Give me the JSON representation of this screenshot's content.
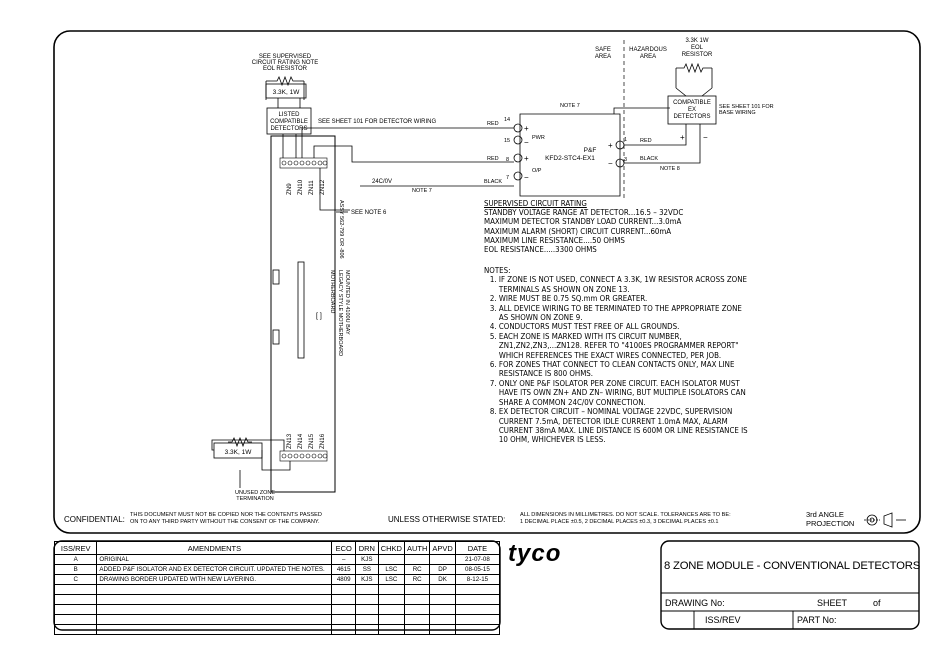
{
  "labels": {
    "see_supervised": [
      "SEE SUPERVISED",
      "CIRCUIT RATING NOTE",
      "EOL RESISTOR"
    ],
    "res_left_top": "3.3K, 1W",
    "listed_detectors": [
      "LISTED",
      "COMPATIBLE",
      "DETECTORS"
    ],
    "see_sheet_detector": "SEE SHEET 101 FOR DETECTOR WIRING",
    "red1": "RED",
    "red2": "RED",
    "red3": "RED",
    "black1": "BLACK",
    "black2": "BLACK",
    "note7_top": "NOTE 7",
    "note7_bottom": "NOTE 7",
    "note8": "NOTE 8",
    "supply": "24C/0V",
    "see_note6": "SEE NOTE 6",
    "pwr": "PWR",
    "op": "O/P",
    "pf_name": [
      "P&F",
      "KFD2-STC4-EX1"
    ],
    "terms": [
      "14",
      "15",
      "8",
      "7",
      "1",
      "3"
    ],
    "safe_area": [
      "SAFE",
      "AREA"
    ],
    "hazardous_area": [
      "HAZARDOUS",
      "AREA"
    ],
    "eol_resistor_right": [
      "3.3K 1W",
      "EOL",
      "RESISTOR"
    ],
    "ex_detectors": [
      "COMPATIBLE",
      "EX",
      "DETECTORS"
    ],
    "see_sheet_base": [
      "SEE SHEET 101 FOR",
      "BASE WIRING"
    ],
    "zones_top": [
      "ZN9",
      "ZN10",
      "ZN11",
      "ZN12"
    ],
    "zones_bottom": [
      "ZN13",
      "ZN14",
      "ZN15",
      "ZN16"
    ],
    "assy": "ASSY 562-799 OR -806",
    "motherboard": "MOTHERBOARD",
    "legacy": [
      "LEGACY STYLE MOTHERBOARD",
      "MOUNTED IN 4100U BAY"
    ],
    "res_left_bottom": "3.3K, 1W",
    "unused_zone": [
      "UNUSED ZONE",
      "TERMINATION"
    ]
  },
  "supervised_rating": {
    "header": "SUPERVISED CIRCUIT RATING",
    "lines": [
      "STANDBY VOLTAGE RANGE AT DETECTOR...16.5 – 32VDC",
      "MAXIMUM DETECTOR STANDBY LOAD CURRENT...3.0mA",
      "MAXIMUM ALARM (SHORT) CIRCUIT CURRENT...60mA",
      "MAXIMUM LINE RESISTANCE....50 OHMS",
      "EOL RESISTANCE.....3300 OHMS"
    ]
  },
  "notes": {
    "header": "NOTES:",
    "items": [
      "IF ZONE IS NOT USED, CONNECT A 3.3K, 1W RESISTOR ACROSS ZONE TERMINALS AS SHOWN ON ZONE 13.",
      "WIRE MUST BE 0.75 SQ.mm OR GREATER.",
      "ALL DEVICE WIRING TO BE TERMINATED TO THE APPROPRIATE ZONE AS SHOWN ON ZONE 9.",
      "CONDUCTORS MUST TEST FREE OF ALL GROUNDS.",
      "EACH ZONE IS MARKED WITH ITS CIRCUIT NUMBER, ZN1,ZN2,ZN3,...ZN128. REFER TO \"4100ES PROGRAMMER REPORT\" WHICH REFERENCES THE EXACT WIRES CONNECTED, PER JOB.",
      "FOR ZONES THAT CONNECT TO CLEAN CONTACTS ONLY, MAX LINE RESISTANCE IS 800 OHMS.",
      "ONLY ONE P&F ISOLATOR PER ZONE CIRCUIT. EACH ISOLATOR MUST HAVE ITS OWN ZN+ AND ZN– WIRING, BUT MULTIPLE ISOLATORS CAN SHARE A COMMON 24C/0V CONNECTION.",
      "EX DETECTOR CIRCUIT – NOMINAL VOLTAGE 22VDC, SUPERVISION CURRENT 7.5mA, DETECTOR IDLE CURRENT 1.0mA MAX, ALARM CURRENT 38mA MAX. LINE DISTANCE IS 600M OR LINE RESISTANCE IS 10 OHM, WHICHEVER IS LESS."
    ]
  },
  "footer": {
    "confidential_label": "CONFIDENTIAL:",
    "confidential_text": [
      "THIS DOCUMENT MUST NOT BE COPIED NOR THE CONTENTS PASSED",
      "ON TO ANY THIRD PARTY WITHOUT THE CONSENT OF THE COMPANY."
    ],
    "unless": "UNLESS OTHERWISE STATED:",
    "dims": [
      "ALL DIMENSIONS IN MILLIMETRES. DO NOT SCALE. TOLERANCES ARE TO BE:",
      "1 DECIMAL PLACE ±0.5, 2 DECIMAL PLACES ±0.3, 3 DECIMAL PLACES ±0.1"
    ],
    "projection": [
      "3rd ANGLE",
      "PROJECTION"
    ]
  },
  "amendments": {
    "headers": [
      "ISS/REV",
      "AMENDMENTS",
      "ECO",
      "DRN",
      "CHKD",
      "AUTH",
      "APVD",
      "DATE"
    ],
    "rows": [
      [
        "A",
        "ORIGINAL",
        "–",
        "KJS",
        "",
        "",
        "",
        "21-07-08"
      ],
      [
        "B",
        "ADDED P&F ISOLATOR AND EX DETECTOR CIRCUIT. UPDATED THE NOTES.",
        "4615",
        "SS",
        "LSC",
        "RC",
        "DP",
        "08-05-15"
      ],
      [
        "C",
        "DRAWING BORDER UPDATED WITH NEW LAYERING.",
        "4809",
        "KJS",
        "LSC",
        "RC",
        "DK",
        "8-12-15"
      ],
      [
        "",
        "",
        "",
        "",
        "",
        "",
        "",
        ""
      ],
      [
        "",
        "",
        "",
        "",
        "",
        "",
        "",
        ""
      ],
      [
        "",
        "",
        "",
        "",
        "",
        "",
        "",
        ""
      ],
      [
        "",
        "",
        "",
        "",
        "",
        "",
        "",
        ""
      ],
      [
        "",
        "",
        "",
        "",
        "",
        "",
        "",
        ""
      ]
    ]
  },
  "logo": "tyco",
  "title_block": {
    "title": "8 ZONE MODULE - CONVENTIONAL DETECTORS",
    "drawing_no": "DRAWING No:",
    "sheet": "SHEET",
    "of": "of",
    "iss_rev": "ISS/REV",
    "part_no": "PART No:"
  }
}
